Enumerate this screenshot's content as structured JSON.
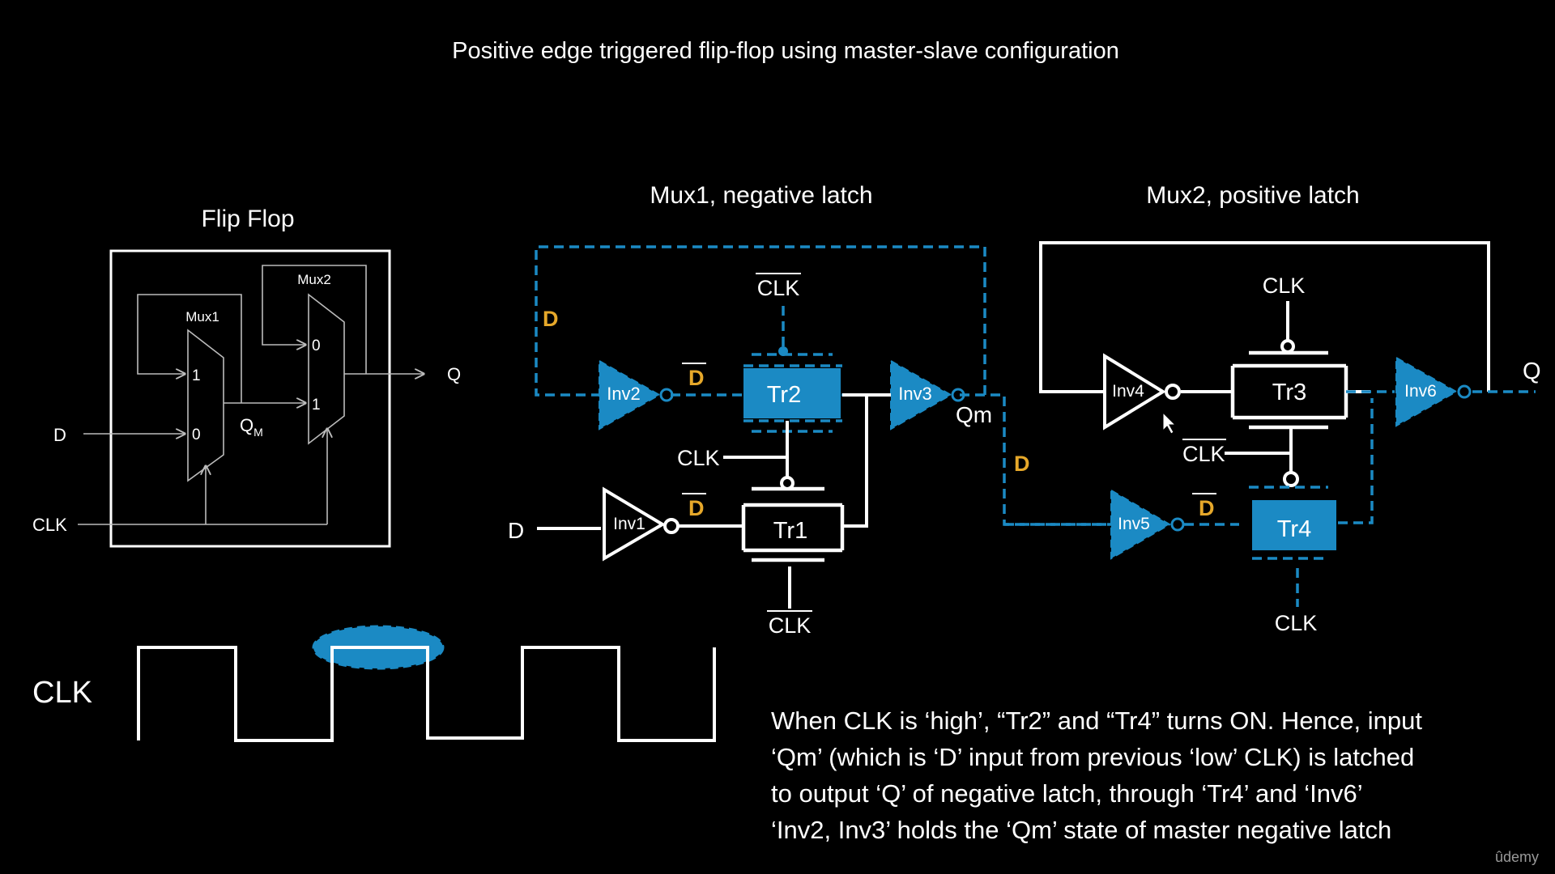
{
  "title": "Positive edge triggered flip-flop using master-slave configuration",
  "flipflop": {
    "heading": "Flip Flop",
    "mux1": "Mux1",
    "mux2": "Mux2",
    "in1": "1",
    "in0": "0",
    "mux2_in0": "0",
    "mux2_in1": "1",
    "d": "D",
    "clk": "CLK",
    "qm": "Q",
    "qm_sub": "M",
    "q": "Q"
  },
  "mux1_latch": {
    "heading": "Mux1, negative latch",
    "clk_bar_top": "CLK",
    "clk": "CLK",
    "clk_bar_bottom": "CLK",
    "inv1": "Inv1",
    "inv2": "Inv2",
    "inv3": "Inv3",
    "tr1": "Tr1",
    "tr2": "Tr2",
    "d_in": "D",
    "d_loop": "D",
    "d_bar_upper": "D",
    "d_bar_lower": "D",
    "qm": "Qm"
  },
  "mux2_latch": {
    "heading": "Mux2, positive latch",
    "clk_top": "CLK",
    "clk_bar": "CLK",
    "clk_bottom": "CLK",
    "inv4": "Inv4",
    "inv5": "Inv5",
    "inv6": "Inv6",
    "tr3": "Tr3",
    "tr4": "Tr4",
    "d_label": "D",
    "d_bar": "D",
    "q": "Q"
  },
  "clock": {
    "label": "CLK"
  },
  "caption": [
    "When CLK is ‘high’, “Tr2” and “Tr4” turns ON. Hence, input",
    "‘Qm’ (which  is ‘D’ input from previous ‘low’ CLK) is latched",
    "to output ‘Q’ of negative latch, through ‘Tr4’ and ‘Inv6’",
    "‘Inv2, Inv3’ holds the ‘Qm’ state of master negative latch"
  ],
  "brand": "ûdemy",
  "colors": {
    "background": "#000000",
    "wire": "#ffffff",
    "active": "#1b8ac4",
    "label_accent": "#e6a82a"
  }
}
